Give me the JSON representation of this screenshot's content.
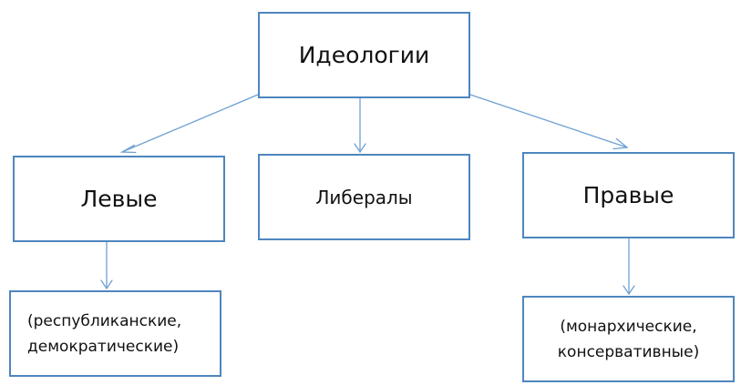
{
  "nodes": {
    "root": "Идеологии",
    "left": "Левые",
    "liberal": "Либералы",
    "right": "Правые",
    "left_sub": "(республиканские,\nдемократические)",
    "right_sub": "(монархические,\nконсервативные)"
  },
  "colors": {
    "border": "#4e86be",
    "connector": "#6fa0d2",
    "text": "#111111",
    "background": "#ffffff"
  }
}
